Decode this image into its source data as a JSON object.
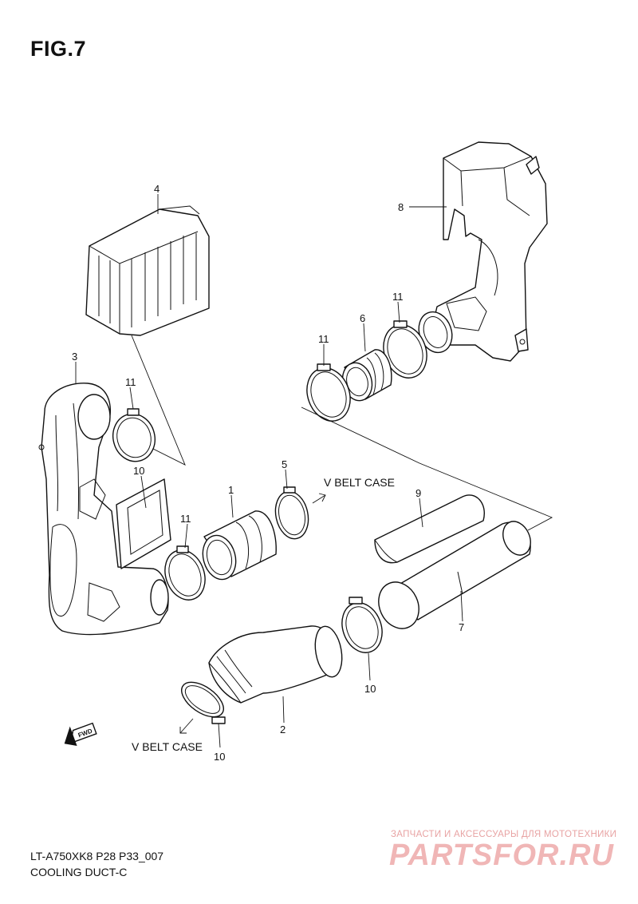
{
  "figure": {
    "title": "FIG.7"
  },
  "callouts": {
    "p1": "1",
    "p2": "2",
    "p3": "3",
    "p4": "4",
    "p5": "5",
    "p6": "6",
    "p7": "7",
    "p8": "8",
    "p9": "9",
    "p10a": "10",
    "p10b": "10",
    "p10c": "10",
    "p11a": "11",
    "p11b": "11",
    "p11c": "11",
    "p11d": "11"
  },
  "annotations": {
    "v_belt_case_upper": "V BELT CASE",
    "v_belt_case_lower": "V BELT CASE",
    "fwd": "FWD"
  },
  "footer": {
    "code": "LT-A750XK8 P28 P33_007",
    "name": "COOLING DUCT-C"
  },
  "watermark": {
    "tagline": "ЗАПЧАСТИ И АКСЕССУАРЫ ДЛЯ МОТОТЕХНИКИ",
    "brand": "PARTSFOR.RU"
  }
}
